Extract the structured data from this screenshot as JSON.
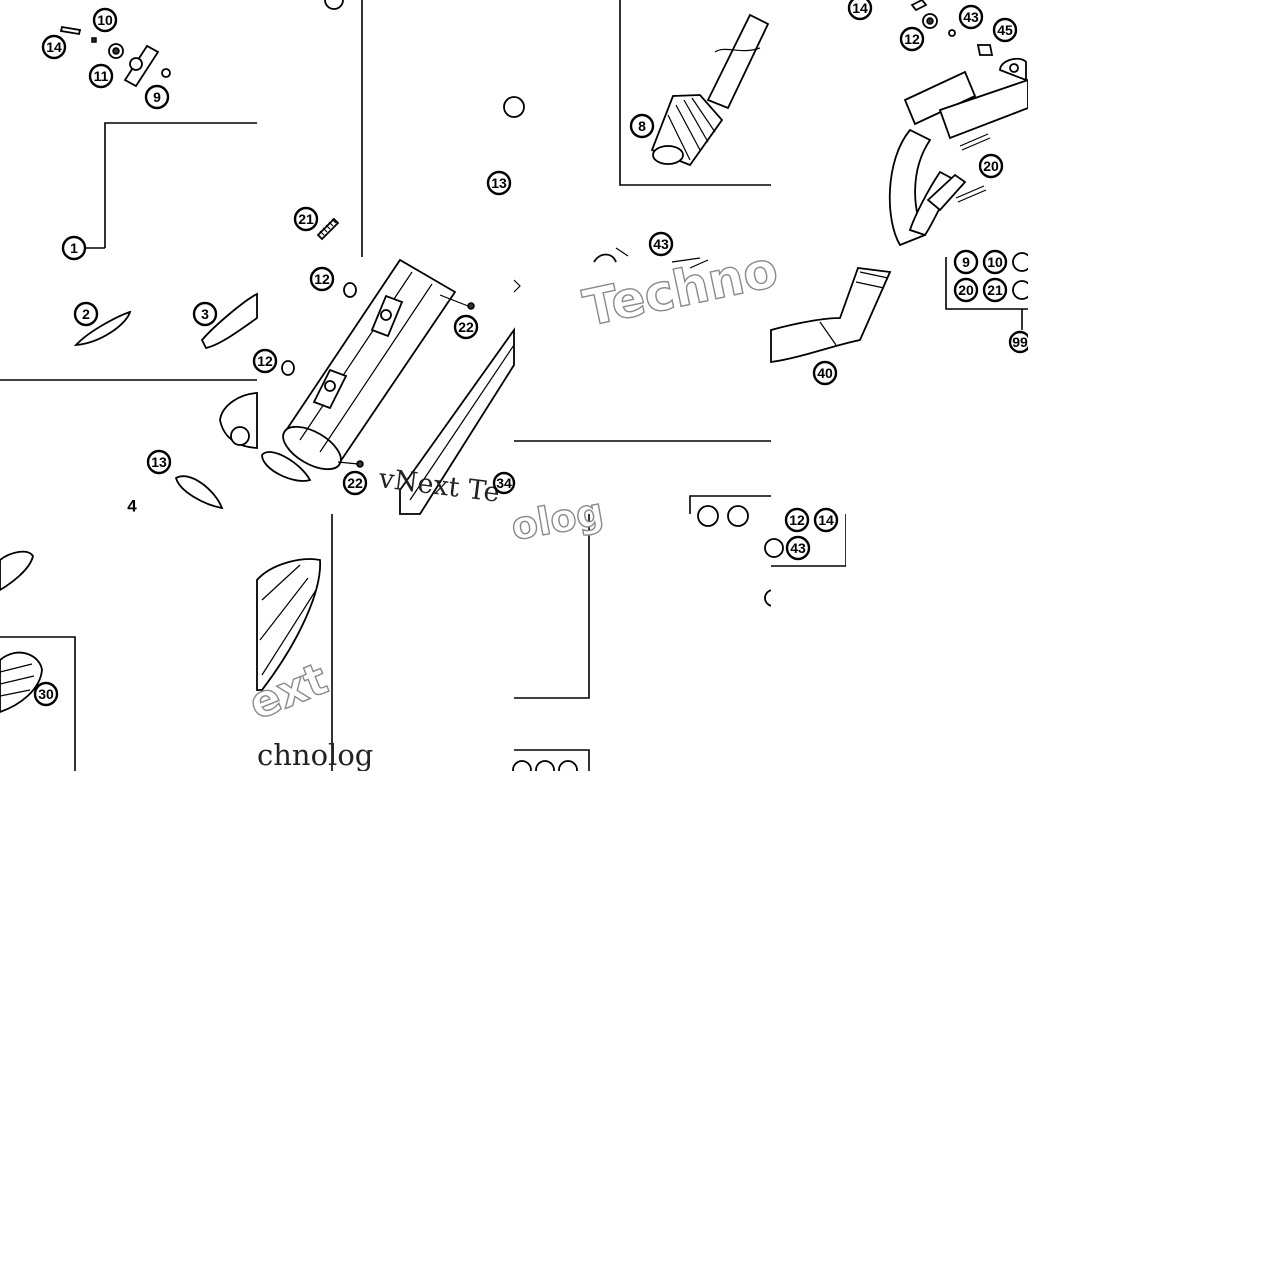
{
  "diagram": {
    "callouts": [
      {
        "id": "c-14-a",
        "label": "14"
      },
      {
        "id": "c-10-a",
        "label": "10"
      },
      {
        "id": "c-11-a",
        "label": "11"
      },
      {
        "id": "c-9-a",
        "label": "9"
      },
      {
        "id": "c-1",
        "label": "1"
      },
      {
        "id": "c-2",
        "label": "2"
      },
      {
        "id": "c-3",
        "label": "3"
      },
      {
        "id": "c-13-a",
        "label": "13"
      },
      {
        "id": "c-4",
        "label": "4"
      },
      {
        "id": "c-30",
        "label": "30"
      },
      {
        "id": "c-21-a",
        "label": "21"
      },
      {
        "id": "c-12-a",
        "label": "12"
      },
      {
        "id": "c-12-b",
        "label": "12"
      },
      {
        "id": "c-22-a",
        "label": "22"
      },
      {
        "id": "c-22-b",
        "label": "22"
      },
      {
        "id": "c-34",
        "label": "34"
      },
      {
        "id": "c-13-b",
        "label": "13"
      },
      {
        "id": "c-8",
        "label": "8"
      },
      {
        "id": "c-43-a",
        "label": "43"
      },
      {
        "id": "c-14-b",
        "label": "14"
      },
      {
        "id": "c-43-b",
        "label": "43"
      },
      {
        "id": "c-45",
        "label": "45"
      },
      {
        "id": "c-12-c",
        "label": "12"
      },
      {
        "id": "c-20",
        "label": "20"
      },
      {
        "id": "c-40",
        "label": "40"
      },
      {
        "id": "c-9-b",
        "label": "9"
      },
      {
        "id": "c-10-b",
        "label": "10"
      },
      {
        "id": "c-20-b",
        "label": "20"
      },
      {
        "id": "c-21-b",
        "label": "21"
      },
      {
        "id": "c-99",
        "label": "99"
      },
      {
        "id": "c-12-d",
        "label": "12"
      },
      {
        "id": "c-14-c",
        "label": "14"
      },
      {
        "id": "c-43-c",
        "label": "43"
      }
    ],
    "watermarks": [
      {
        "id": "wm-technology-1",
        "text": "Techno"
      },
      {
        "id": "wm-vnext-1",
        "text": "vNext Te"
      },
      {
        "id": "wm-ext",
        "text": "ext"
      },
      {
        "id": "wm-technolog",
        "text": "chnolog"
      },
      {
        "id": "wm-olog",
        "text": "olog"
      }
    ]
  }
}
